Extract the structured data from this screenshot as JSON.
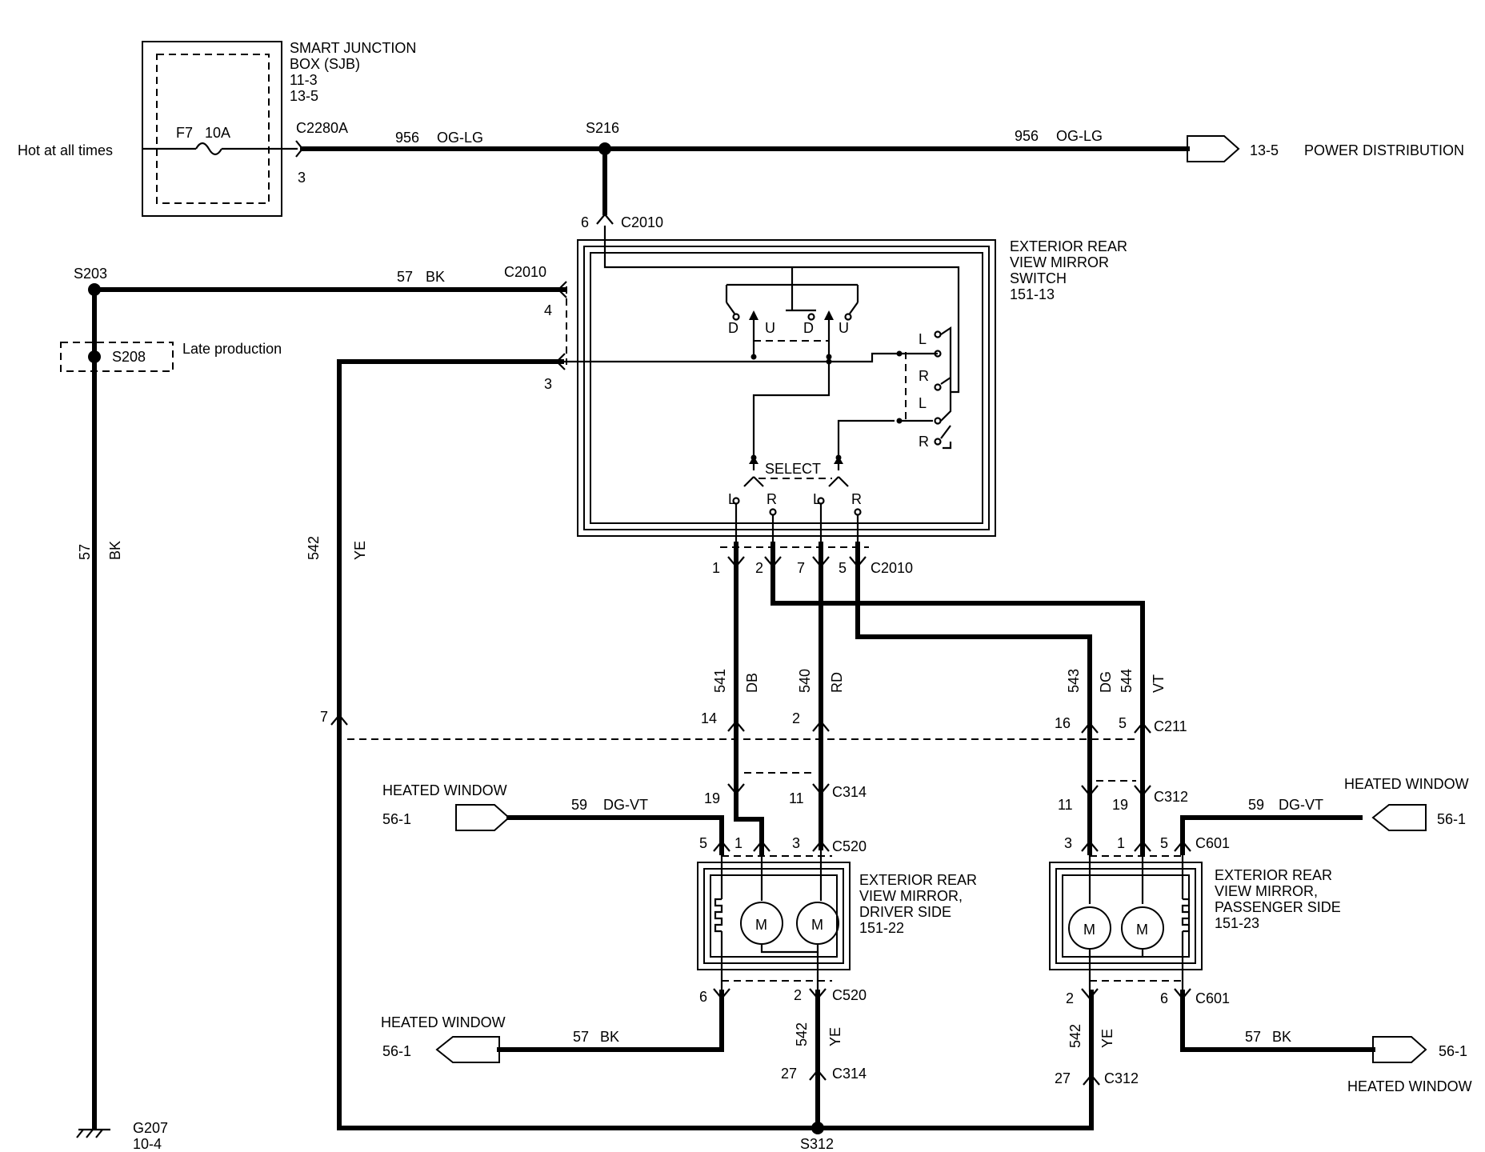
{
  "sjb": {
    "title_l1": "SMART  JUNCTION",
    "title_l2": "BOX (SJB)",
    "ref1": "11-3",
    "ref2": "13-5",
    "fuse": "F7",
    "fuse_rating": "10A",
    "connector": "C2280A",
    "pin": "3",
    "hot": "Hot at all times"
  },
  "splices": {
    "s216": "S216",
    "s203": "S203",
    "s208": "S208",
    "s312": "S312"
  },
  "late_production": "Late production",
  "wire_956": "956",
  "color_oglg": "OG-LG",
  "power_dist": {
    "ref": "13-5",
    "label": "POWER DISTRIBUTION"
  },
  "ground": {
    "id": "G207",
    "ref": "10-4"
  },
  "switch": {
    "l1": "EXTERIOR REAR",
    "l2": "VIEW MIRROR",
    "l3": "SWITCH",
    "l4": "151-13",
    "connector": "C2010",
    "pin_6": "6",
    "pin_4": "4",
    "pin_3": "3",
    "pin_1": "1",
    "pin_2": "2",
    "pin_7": "7",
    "pin_5": "5",
    "D": "D",
    "U": "U",
    "L": "L",
    "R": "R",
    "select": "SELECT"
  },
  "wires": {
    "w57": "57",
    "bk": "BK",
    "w542": "542",
    "ye": "YE",
    "w541": "541",
    "db": "DB",
    "w540": "540",
    "rd": "RD",
    "w543": "543",
    "dg": "DG",
    "w544": "544",
    "vt": "VT",
    "w59": "59",
    "dgvt": "DG-VT"
  },
  "connectors": {
    "c211": "C211",
    "c314": "C314",
    "c312": "C312",
    "c520": "C520",
    "c601": "C601"
  },
  "pins": {
    "p14": "14",
    "p2": "2",
    "p16": "16",
    "p5": "5",
    "p7": "7",
    "p19": "19",
    "p11": "11",
    "p1": "1",
    "p3": "3",
    "p6": "6",
    "p27": "27"
  },
  "heated_window": {
    "label": "HEATED WINDOW",
    "ref": "56-1"
  },
  "motor": "M",
  "driver_mirror": {
    "l1": "EXTERIOR REAR",
    "l2": "VIEW MIRROR,",
    "l3": "DRIVER SIDE",
    "l4": "151-22"
  },
  "pass_mirror": {
    "l1": "EXTERIOR REAR",
    "l2": "VIEW MIRROR,",
    "l3": "PASSENGER SIDE",
    "l4": "151-23"
  }
}
